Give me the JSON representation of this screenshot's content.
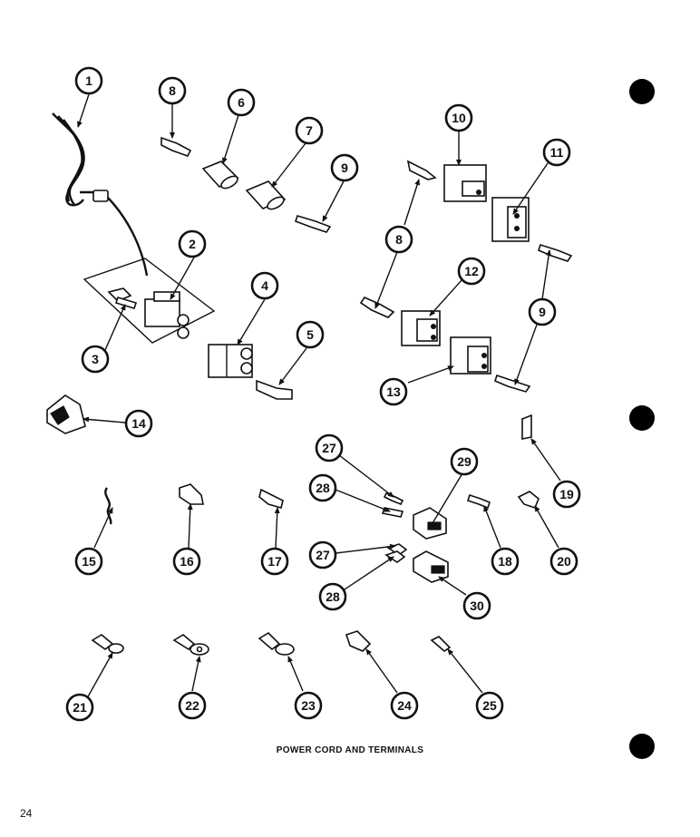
{
  "caption": "POWER CORD AND TERMINALS",
  "page_number": "24",
  "callouts": [
    "1",
    "2",
    "3",
    "4",
    "5",
    "6",
    "7",
    "8",
    "9",
    "10",
    "11",
    "12",
    "13",
    "14",
    "15",
    "16",
    "17",
    "18",
    "19",
    "20",
    "21",
    "22",
    "23",
    "24",
    "25",
    "27",
    "28",
    "29",
    "30"
  ]
}
